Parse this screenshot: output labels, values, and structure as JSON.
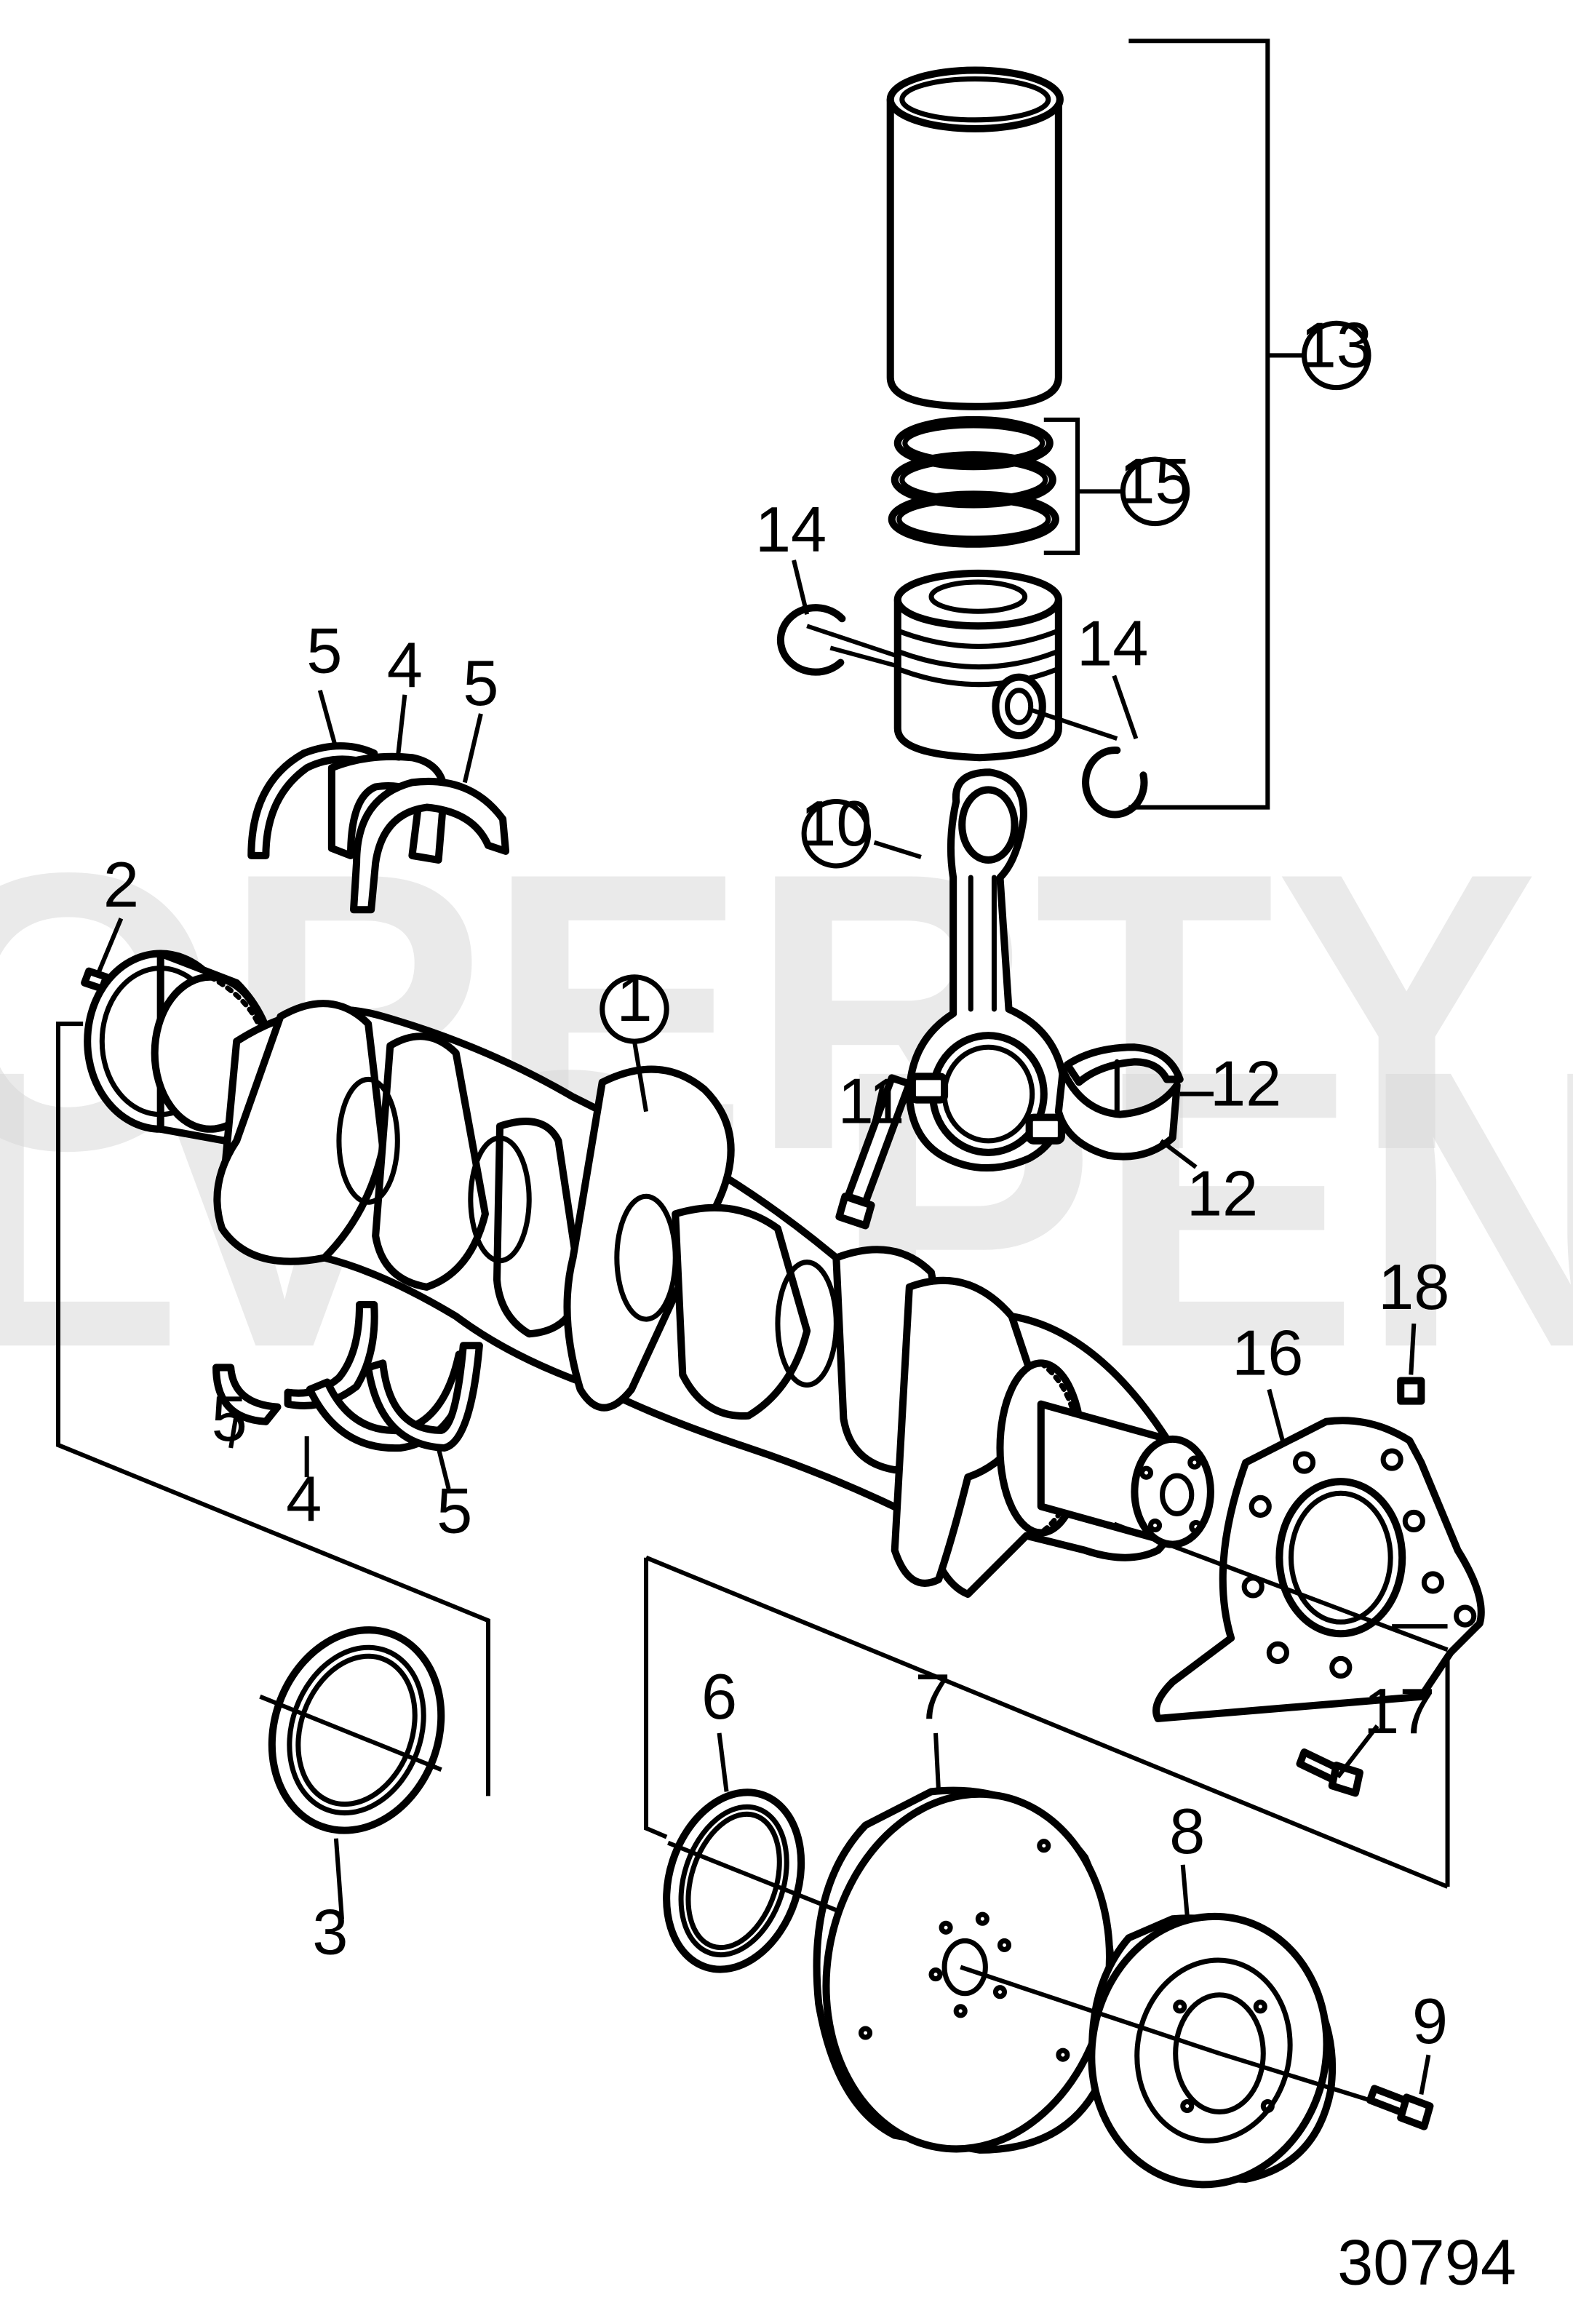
{
  "watermark": {
    "line1": "PROPERTY OF",
    "line2": "VOLVO PENTA"
  },
  "drawing_number": "30794",
  "labels": {
    "p1": "1",
    "p2": "2",
    "p3": "3",
    "p4a": "4",
    "p4b": "4",
    "p5a": "5",
    "p5b": "5",
    "p5c": "5",
    "p5d": "5",
    "p6": "6",
    "p7": "7",
    "p8": "8",
    "p9": "9",
    "p10": "10",
    "p11": "11",
    "p12a": "12",
    "p12b": "12",
    "p13": "13",
    "p14a": "14",
    "p14b": "14",
    "p15": "15",
    "p16": "16",
    "p17": "17",
    "p18": "18"
  }
}
